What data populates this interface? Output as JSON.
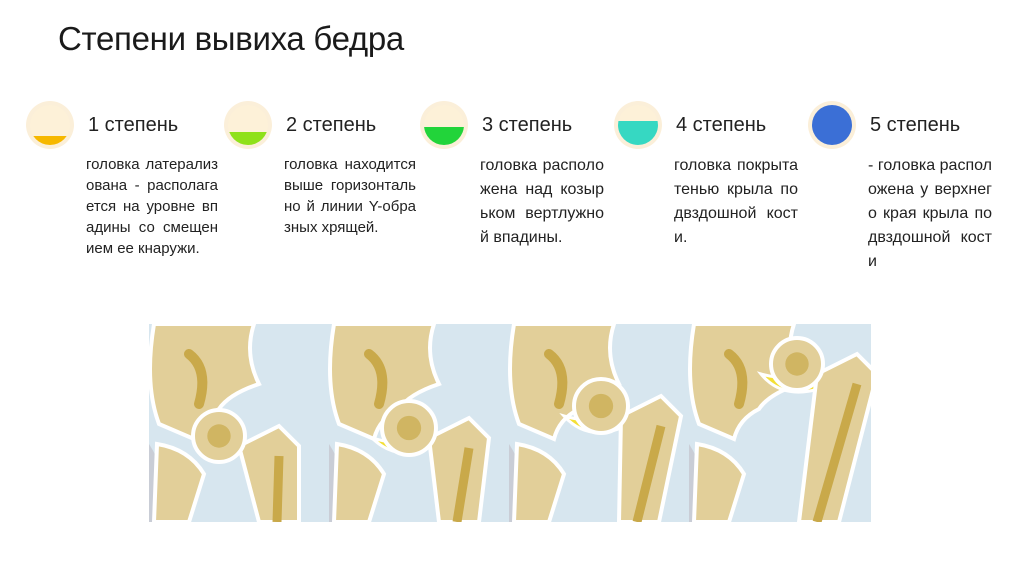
{
  "title": "Степени вывиха бедра",
  "stages": [
    {
      "label": "1 степень",
      "desc": "головка латерализована - располагается на уровне впадины со смещением ее кнаружи.",
      "color": "#f6b800",
      "bg": "#fdf1d8",
      "fill_level": 0.22
    },
    {
      "label": "2 степень",
      "desc": "головка находится выше горизонтально й линии Y-образных хрящей.",
      "color": "#8fe11a",
      "bg": "#fdf1d8",
      "fill_level": 0.32
    },
    {
      "label": "3 степень",
      "desc": "головка расположена над козырьком вертлужной впадины.",
      "color": "#22d43a",
      "bg": "#fdf1d8",
      "fill_level": 0.45
    },
    {
      "label": "4 степень",
      "desc": "головка покрыта тенью крыла подвздошной кости.",
      "color": "#36d8c2",
      "bg": "#fdf1d8",
      "fill_level": 0.6
    },
    {
      "label": "5 степень",
      "desc": "- головка расположена у верхнего края крыла подвздошной кости",
      "color": "#3b6fd6",
      "bg": "#fdf1d8",
      "fill_level": 1.0
    }
  ],
  "illustration": {
    "icon": "hip-joint-illustration",
    "colors": {
      "bone": "#e2cf99",
      "bone_inner": "#c9a94a",
      "cartilage": "#f3df36",
      "background": "#d7e6ef",
      "outline": "#ffffff",
      "soft_tissue": "#c6c7cf"
    }
  }
}
